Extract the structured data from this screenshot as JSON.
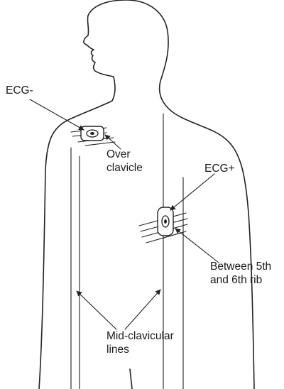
{
  "labels": {
    "ecg_negative": "ECG-",
    "over_clavicle": [
      "Over",
      "clavicle"
    ],
    "ecg_positive": "ECG+",
    "between_ribs": [
      "Between 5th",
      "and 6th rib"
    ],
    "mid_clavicular": [
      "Mid-clavicular",
      "lines"
    ]
  },
  "colors": {
    "ink": "#222222",
    "background": "#ffffff"
  }
}
